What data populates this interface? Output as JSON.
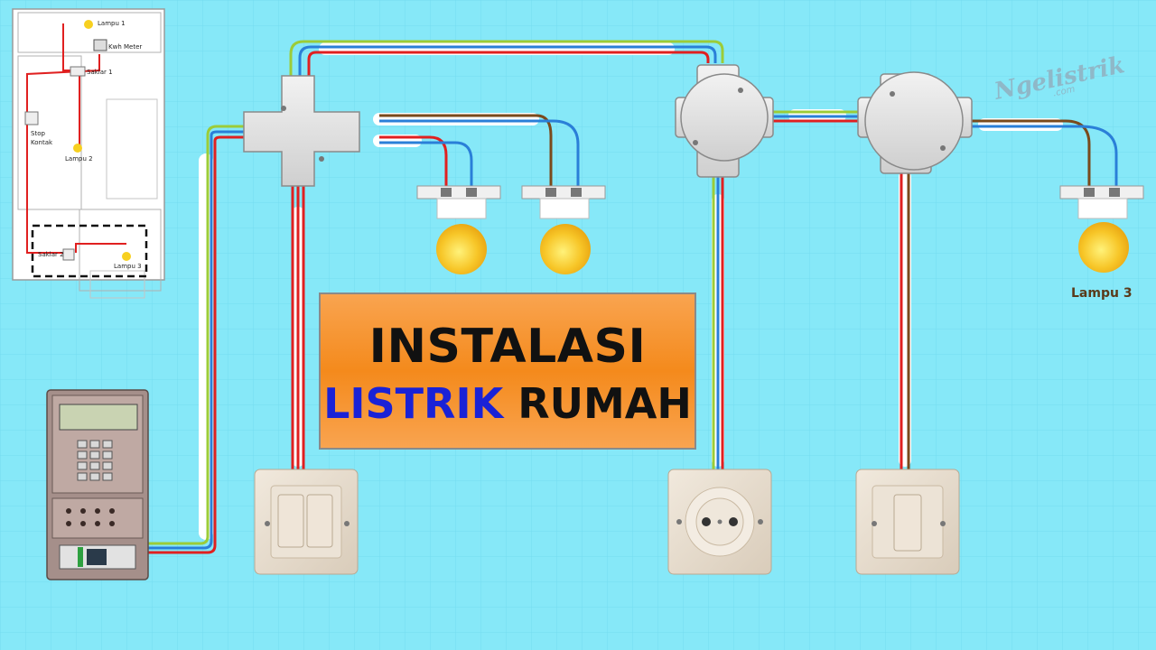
{
  "title": {
    "line1": "INSTALASI",
    "line2_highlight": "LISTRIK",
    "line2_rest": " RUMAH"
  },
  "brand": {
    "name": "Ngelistrik",
    "suffix": ".com"
  },
  "lamp_labels": {
    "lampu3": "Lampu 3"
  },
  "floor_plan": {
    "labels": {
      "lampu1": "Lampu 1",
      "kwh_meter": "Kwh Meter",
      "saklar1": "Saklar 1",
      "stop_kontak_1": "Stop",
      "stop_kontak_2": "Kontak",
      "lampu2": "Lampu 2",
      "saklar2": "Saklar 2",
      "lampu3": "Lampu 3"
    }
  },
  "colors": {
    "background": "#86e8f8",
    "grid": "#6fd9ee",
    "wire_live": "#e02020",
    "wire_neutral": "#2a7fd8",
    "wire_ground": "#9ccc38",
    "wire_brown": "#7a4a1c",
    "title_box": "#f48a1c",
    "title_blue": "#1a22d6"
  }
}
